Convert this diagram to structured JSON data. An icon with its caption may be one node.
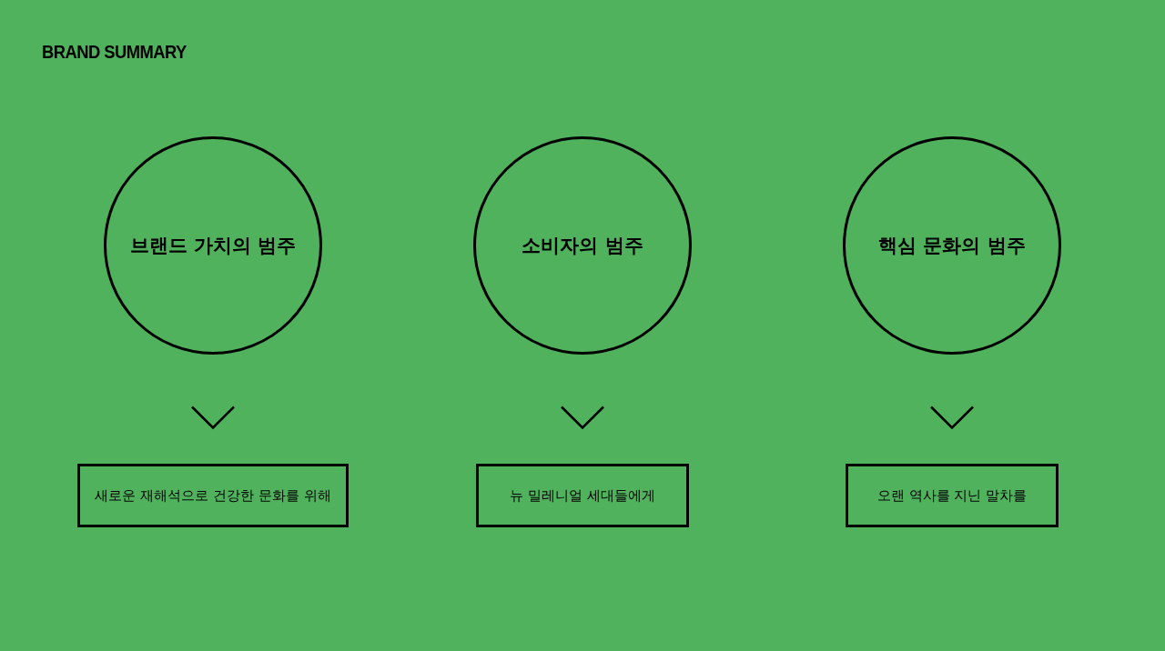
{
  "diagram": {
    "title": "BRAND SUMMARY",
    "nodes": [
      {
        "text": [
          "브랜드 가치의 범주"
        ]
      },
      {
        "text": [
          "소비자의 범주"
        ]
      },
      {
        "text": [
          "핵심 문화의 범주"
        ]
      },
      {
        "text": [
          "새로운 재해석으로 건강한 문화를 위해"
        ]
      },
      {
        "text": [
          "뉴 밀레니얼 세대들에게"
        ]
      },
      {
        "text": [
          "오랜 역사를 지닌 말차를"
        ]
      }
    ],
    "edges": [
      {
        "from": 0,
        "to": 3,
        "arrow": "to"
      },
      {
        "from": 1,
        "to": 4,
        "arrow": "to"
      },
      {
        "from": 2,
        "to": 5,
        "arrow": "to"
      }
    ]
  }
}
